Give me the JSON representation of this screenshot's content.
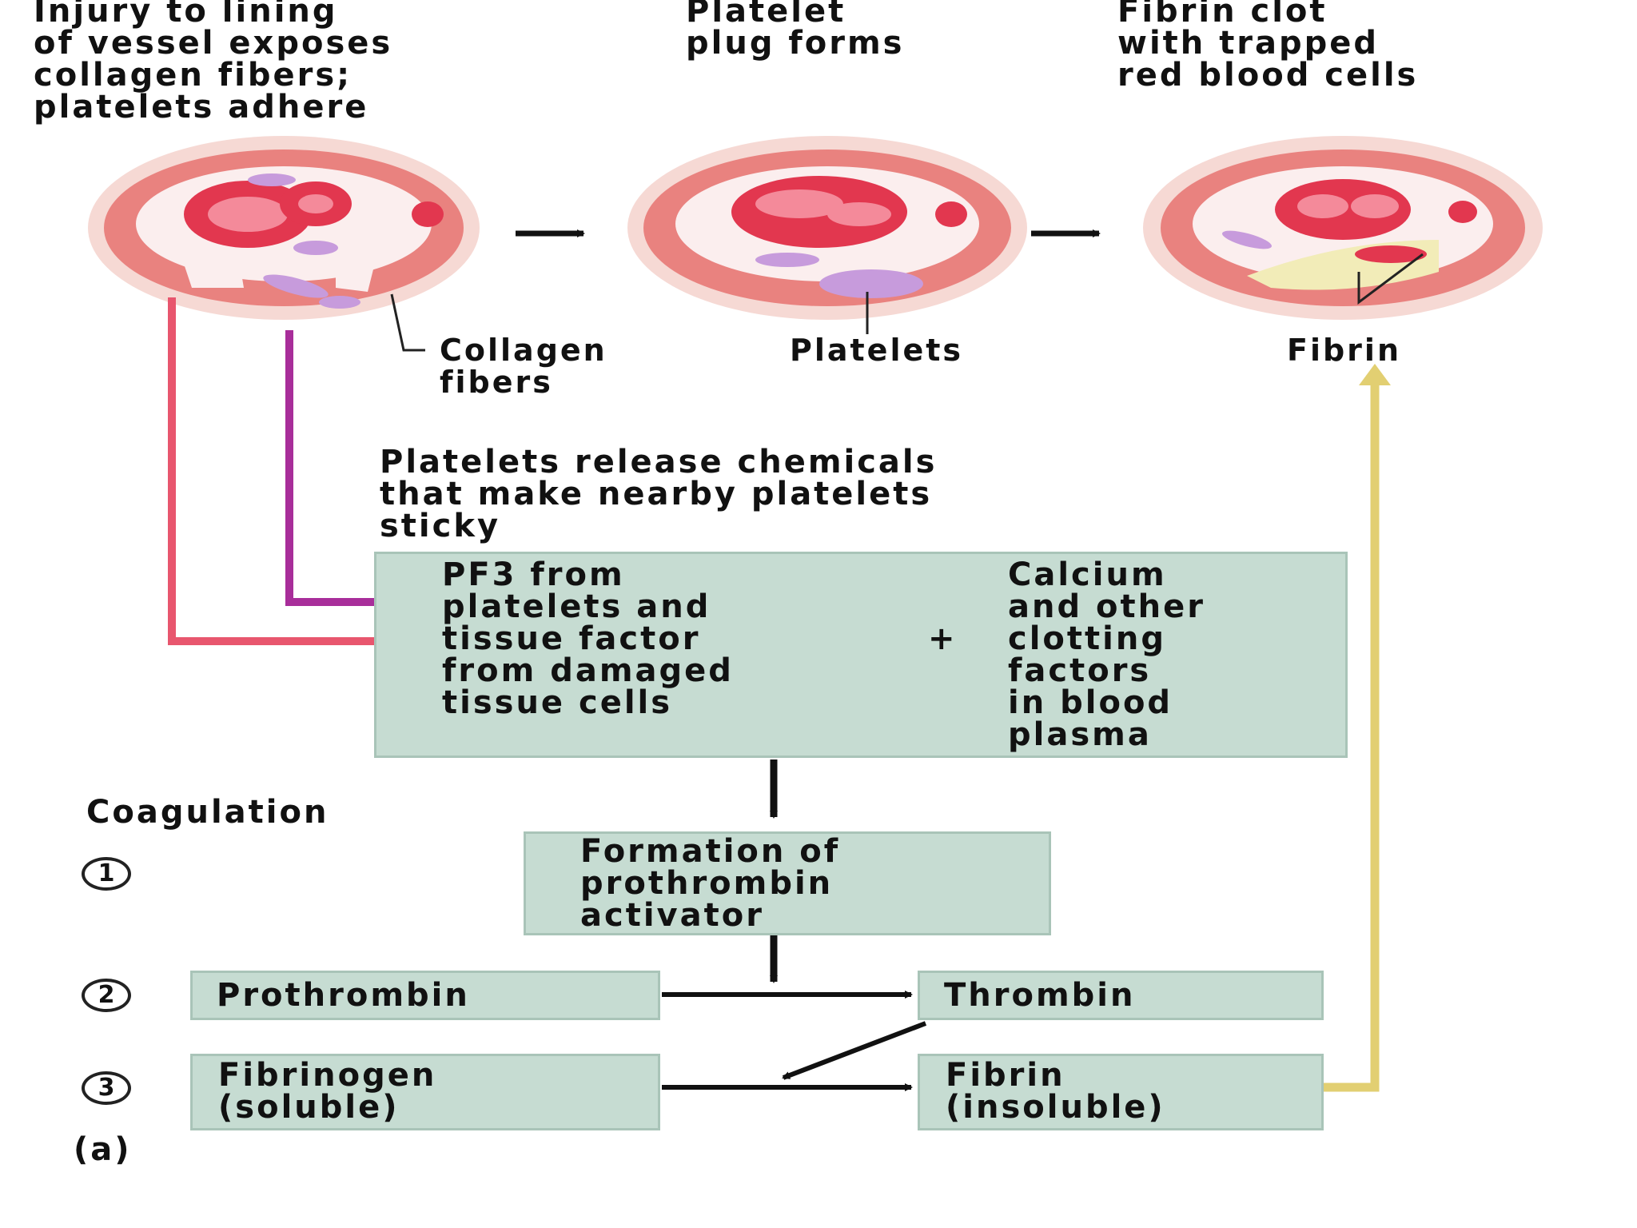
{
  "headings": {
    "step1": [
      "Injury to lining",
      "of vessel exposes",
      "collagen fibers;",
      "platelets adhere"
    ],
    "step2": [
      "Platelet",
      "plug forms"
    ],
    "step3": [
      "Fibrin clot",
      "with trapped",
      "red blood cells"
    ]
  },
  "labels": {
    "collagen": [
      "Collagen",
      "fibers"
    ],
    "platelets": "Platelets",
    "fibrin": "Fibrin"
  },
  "release_text": [
    "Platelets release chemicals",
    "that make nearby platelets",
    "sticky"
  ],
  "box_pf3": {
    "left_lines": [
      "PF3 from",
      "platelets and",
      "tissue factor",
      "from damaged",
      "tissue cells"
    ],
    "plus": "+",
    "right_lines": [
      "Calcium",
      "and other",
      "clotting",
      "factors",
      "in blood",
      "plasma"
    ]
  },
  "coagulation_label": "Coagulation",
  "steps": {
    "n1": "1",
    "n2": "2",
    "n3": "3"
  },
  "box_activator": [
    "Formation of",
    "prothrombin",
    "activator"
  ],
  "box_prothrombin": "Prothrombin",
  "box_thrombin": "Thrombin",
  "box_fibrinogen": [
    "Fibrinogen",
    "(soluble)"
  ],
  "box_fibrin": [
    "Fibrin",
    "(insoluble)"
  ],
  "panel_label": "(a)",
  "colors": {
    "box_fill": "#c6dcd2",
    "vessel_wall": "#e9827f",
    "rbc": "#e2374f",
    "platelet": "#c79bdc",
    "pink_arrow": "#e8566e",
    "purple_arrow": "#a82e9a",
    "fibrin_arrow": "#ead67a"
  }
}
